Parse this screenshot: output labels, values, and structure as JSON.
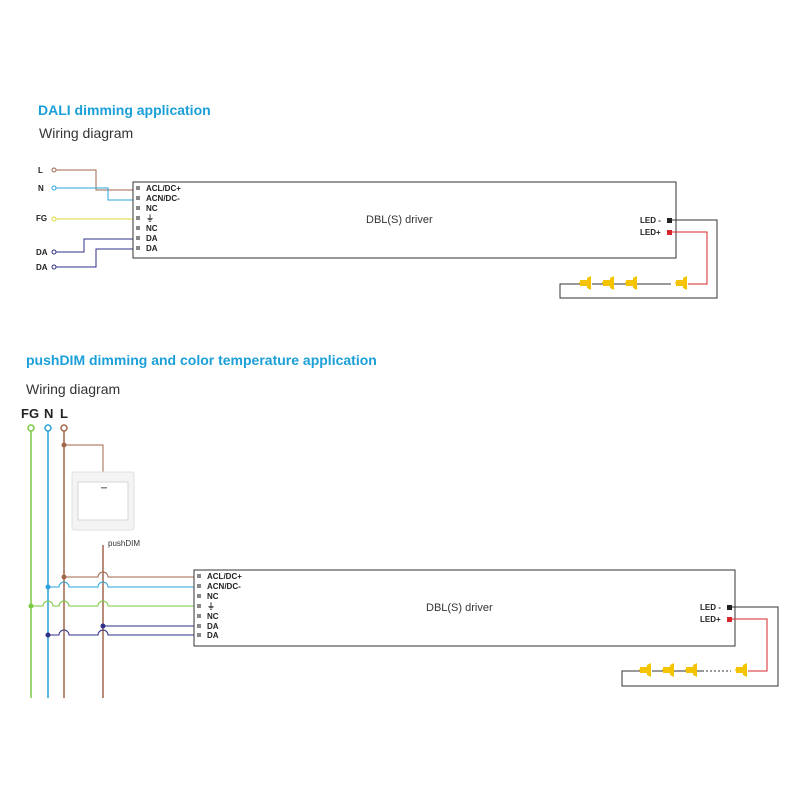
{
  "colors": {
    "accent": "#1a9fd9",
    "wire_live": "#a0674b",
    "wire_neutral": "#29a3d9",
    "wire_ground": "#7ac943",
    "wire_ground_top": "#d8d83a",
    "wire_da": "#2e3187",
    "wire_led_pos": "#d7262b",
    "wire_led_neg": "#333333",
    "led": "#f5c400"
  },
  "dali": {
    "title": "DALI dimming application",
    "subtitle": "Wiring diagram",
    "inputs": [
      "L",
      "N",
      "FG",
      "DA",
      "DA"
    ],
    "pins": [
      "ACL/DC+",
      "ACN/DC-",
      "NC",
      "⏚",
      "NC",
      "DA",
      "DA"
    ],
    "driver_label": "DBL(S) driver",
    "led_neg_label": "LED -",
    "led_pos_label": "LED+"
  },
  "pushdim": {
    "title": "pushDIM dimming and color temperature application",
    "subtitle": "Wiring diagram",
    "supply": [
      "FG",
      "N",
      "L"
    ],
    "switch_label": "pushDIM",
    "pins": [
      "ACL/DC+",
      "ACN/DC-",
      "NC",
      "⏚",
      "NC",
      "DA",
      "DA"
    ],
    "driver_label": "DBL(S) driver",
    "led_neg_label": "LED -",
    "led_pos_label": "LED+"
  },
  "icons": [
    "led-lamp-icon",
    "wall-switch-icon",
    "terminal-icon"
  ]
}
